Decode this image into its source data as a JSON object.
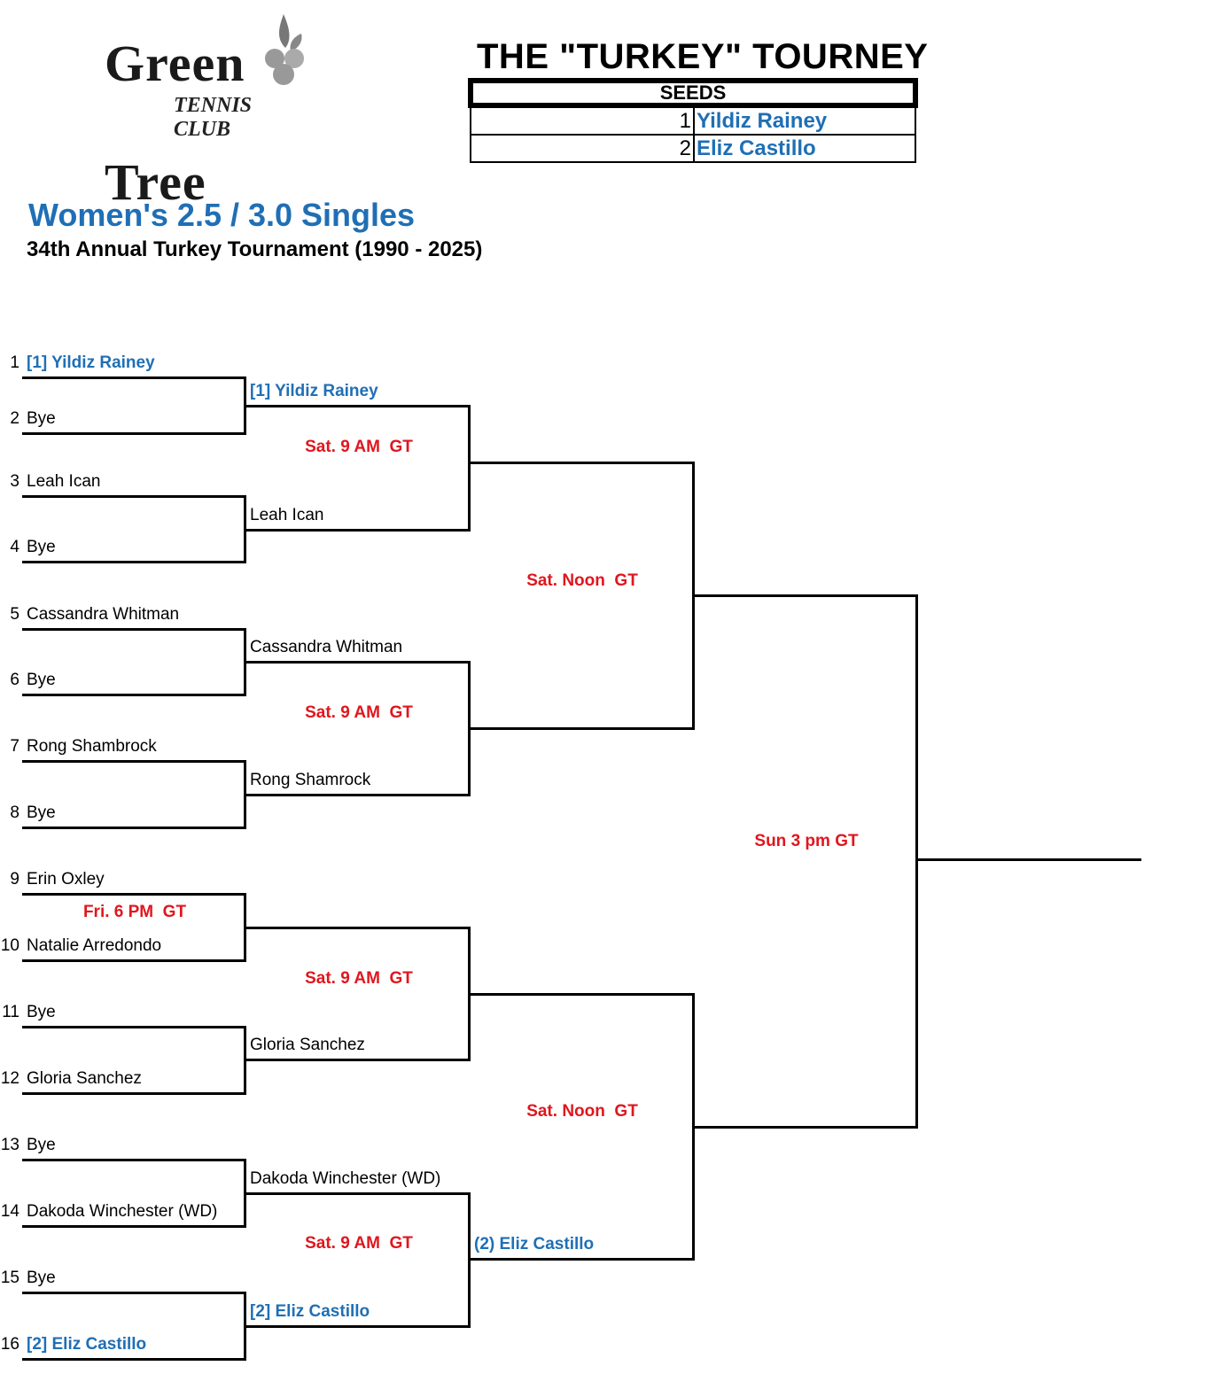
{
  "logo": {
    "name_left": "Green",
    "name_right": "Tree",
    "subtitle": "TENNIS CLUB"
  },
  "title": "THE \"TURKEY\" TOURNEY",
  "seeds": {
    "header": "SEEDS",
    "rows": [
      {
        "seed": "1",
        "name": "Yildiz Rainey"
      },
      {
        "seed": "2",
        "name": "Eliz Castillo"
      }
    ]
  },
  "event": {
    "title": "Women's 2.5 / 3.0 Singles",
    "subtitle": "34th Annual Turkey Tournament (1990 - 2025)"
  },
  "colors": {
    "accent": "#1f6fb5",
    "time": "#e0161e"
  },
  "round1": [
    {
      "num": "1",
      "name": "[1] Yildiz Rainey",
      "seeded": true
    },
    {
      "num": "2",
      "name": "Bye"
    },
    {
      "num": "3",
      "name": "Leah Ican"
    },
    {
      "num": "4",
      "name": "Bye"
    },
    {
      "num": "5",
      "name": "Cassandra Whitman"
    },
    {
      "num": "6",
      "name": "Bye"
    },
    {
      "num": "7",
      "name": "Rong Shambrock"
    },
    {
      "num": "8",
      "name": "Bye"
    },
    {
      "num": "9",
      "name": "Erin Oxley"
    },
    {
      "num": "10",
      "name": "Natalie Arredondo"
    },
    {
      "num": "11",
      "name": "Bye"
    },
    {
      "num": "12",
      "name": "Gloria Sanchez"
    },
    {
      "num": "13",
      "name": "Bye"
    },
    {
      "num": "14",
      "name": "Dakoda Winchester (WD)"
    },
    {
      "num": "15",
      "name": "Bye"
    },
    {
      "num": "16",
      "name": "[2] Eliz Castillo",
      "seeded": true
    }
  ],
  "round2": [
    {
      "name": "[1] Yildiz Rainey",
      "seeded": true
    },
    {
      "name": "Leah Ican"
    },
    {
      "name": "Cassandra Whitman"
    },
    {
      "name": "Rong Shamrock"
    },
    {
      "name": ""
    },
    {
      "name": "Gloria Sanchez"
    },
    {
      "name": "Dakoda Winchester (WD)"
    },
    {
      "name": "[2] Eliz Castillo",
      "seeded": true
    }
  ],
  "round3": [
    {
      "name": ""
    },
    {
      "name": ""
    },
    {
      "name": ""
    },
    {
      "name": "(2) Eliz Castillo",
      "seeded": true
    }
  ],
  "times": {
    "r1_match5": "Fri. 6 PM  GT",
    "r2": [
      "Sat. 9 AM  GT",
      "Sat. 9 AM  GT",
      "Sat. 9 AM  GT",
      "Sat. 9 AM  GT"
    ],
    "r3": [
      "Sat. Noon  GT",
      "Sat. Noon  GT"
    ],
    "final": "Sun 3 pm GT"
  }
}
